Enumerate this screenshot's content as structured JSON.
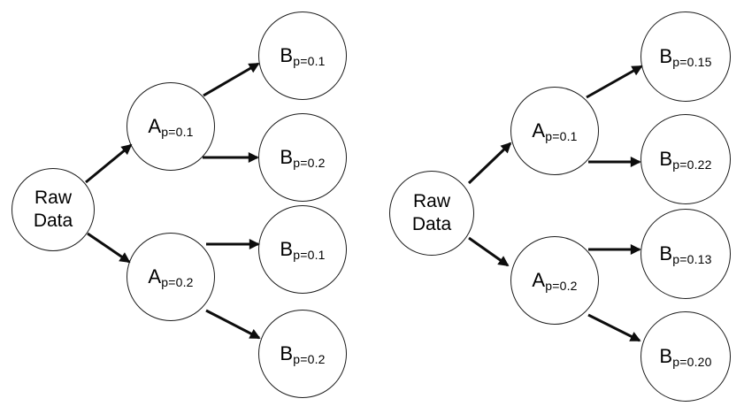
{
  "figure": {
    "background_color": "#ffffff",
    "node_stroke_color": "#1c1c1c",
    "arrow_color": "#0d0d0d",
    "description": "Two probability trees from Raw Data through A nodes to B nodes"
  },
  "diagrams": [
    {
      "side": "left",
      "nodes": {
        "raw": {
          "main": "Raw Data",
          "sub": ""
        },
        "a1": {
          "main": "A",
          "sub": "p=0.1"
        },
        "a2": {
          "main": "A",
          "sub": "p=0.2"
        },
        "b1": {
          "main": "B",
          "sub": "p=0.1"
        },
        "b2": {
          "main": "B",
          "sub": "p=0.2"
        },
        "b3": {
          "main": "B",
          "sub": "p=0.1"
        },
        "b4": {
          "main": "B",
          "sub": "p=0.2"
        }
      },
      "edges": [
        [
          "raw",
          "a1"
        ],
        [
          "raw",
          "a2"
        ],
        [
          "a1",
          "b1"
        ],
        [
          "a1",
          "b2"
        ],
        [
          "a2",
          "b3"
        ],
        [
          "a2",
          "b4"
        ]
      ]
    },
    {
      "side": "right",
      "nodes": {
        "raw": {
          "main": "Raw Data",
          "sub": ""
        },
        "a1": {
          "main": "A",
          "sub": "p=0.1"
        },
        "a2": {
          "main": "A",
          "sub": "p=0.2"
        },
        "b1": {
          "main": "B",
          "sub": "p=0.15"
        },
        "b2": {
          "main": "B",
          "sub": "p=0.22"
        },
        "b3": {
          "main": "B",
          "sub": "p=0.13"
        },
        "b4": {
          "main": "B",
          "sub": "p=0.20"
        }
      },
      "edges": [
        [
          "raw",
          "a1"
        ],
        [
          "raw",
          "a2"
        ],
        [
          "a1",
          "b1"
        ],
        [
          "a1",
          "b2"
        ],
        [
          "a2",
          "b3"
        ],
        [
          "a2",
          "b4"
        ]
      ]
    }
  ]
}
